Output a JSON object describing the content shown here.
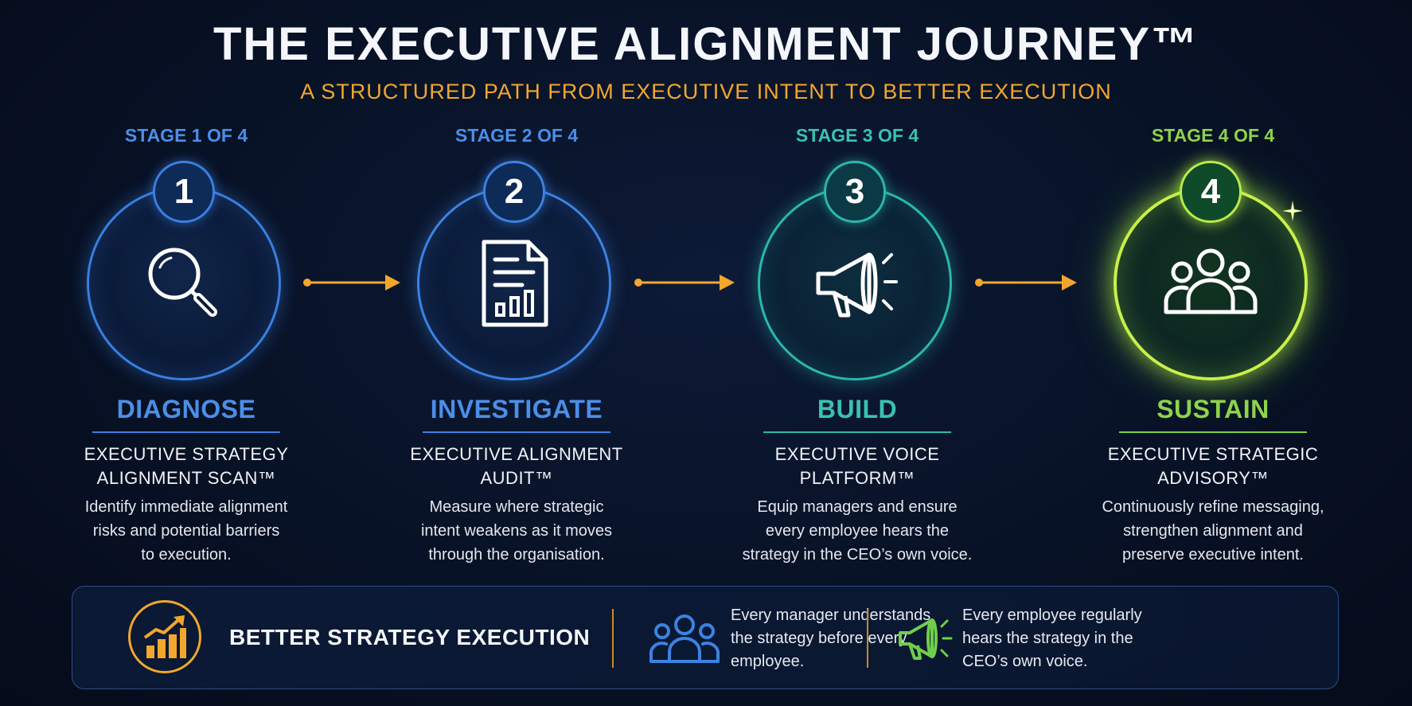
{
  "title": "THE EXECUTIVE ALIGNMENT JOURNEY™",
  "subtitle": "A STRUCTURED PATH FROM EXECUTIVE INTENT TO BETTER EXECUTION",
  "stages": [
    {
      "label": "STAGE 1 OF 4",
      "number": "1",
      "name": "DIAGNOSE",
      "product_line1": "EXECUTIVE STRATEGY",
      "product_line2": "ALIGNMENT SCAN™",
      "desc_line1": "Identify immediate alignment",
      "desc_line2": "risks and potential barriers",
      "desc_line3": "to execution.",
      "icon": "magnifier-icon",
      "color": "#3a7fe0"
    },
    {
      "label": "STAGE 2 OF 4",
      "number": "2",
      "name": "INVESTIGATE",
      "product_line1": "EXECUTIVE ALIGNMENT",
      "product_line2": "AUDIT™",
      "desc_line1": "Measure where strategic",
      "desc_line2": "intent weakens as it moves",
      "desc_line3": "through the organisation.",
      "icon": "report-document-icon",
      "color": "#3c82e2"
    },
    {
      "label": "STAGE 3 OF 4",
      "number": "3",
      "name": "BUILD",
      "product_line1": "EXECUTIVE VOICE",
      "product_line2": "PLATFORM™",
      "desc_line1": "Equip managers and ensure",
      "desc_line2": "every employee hears the",
      "desc_line3": "strategy in the CEO’s own voice.",
      "icon": "megaphone-icon",
      "color": "#2bb8ac"
    },
    {
      "label": "STAGE 4 OF 4",
      "number": "4",
      "name": "SUSTAIN",
      "product_line1": "EXECUTIVE STRATEGIC",
      "product_line2": "ADVISORY™",
      "desc_line1": "Continuously refine messaging,",
      "desc_line2": "strengthen alignment and",
      "desc_line3": "preserve executive intent.",
      "icon": "people-group-icon",
      "color": "#c9f04a"
    }
  ],
  "connector_color": "#f2a72c",
  "footer": {
    "title": "BETTER STRATEGY EXECUTION",
    "title_icon": "rising-bar-chart-icon",
    "item1_icon": "people-group-icon",
    "item1_line1": "Every manager understands",
    "item1_line2": "the strategy before every",
    "item1_line3": "employee.",
    "item2_icon": "megaphone-icon",
    "item2_line1": "Every employee regularly",
    "item2_line2": "hears the strategy in the",
    "item2_line3": "CEO’s own voice."
  }
}
